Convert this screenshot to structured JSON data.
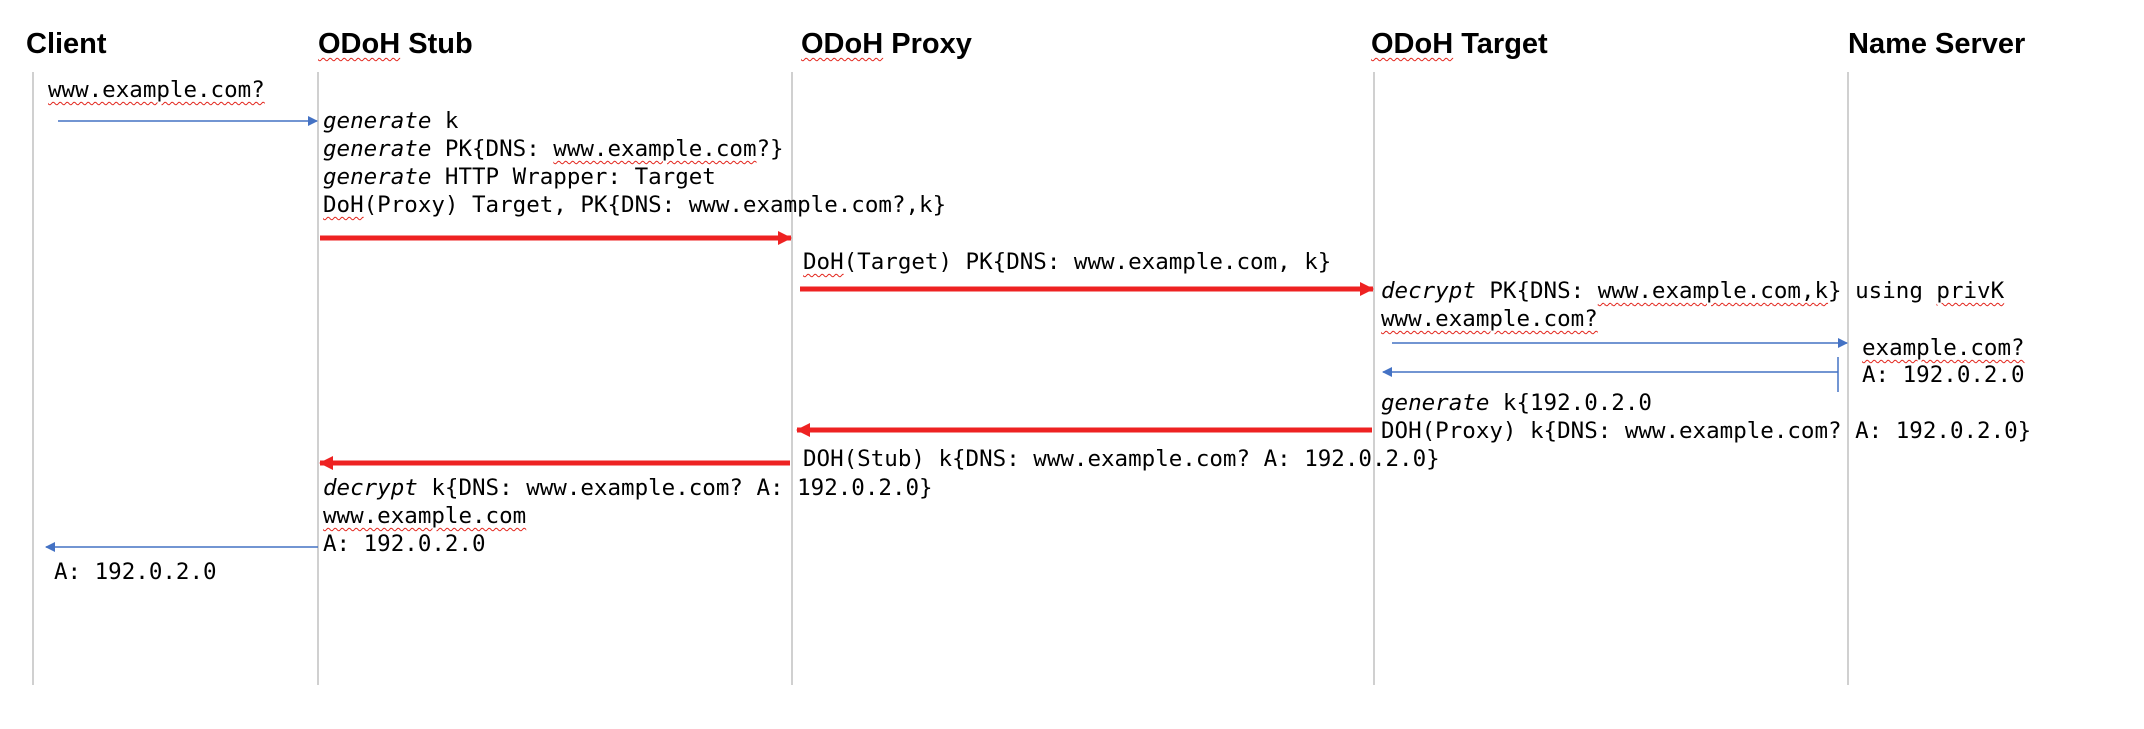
{
  "headers": {
    "client": "Client",
    "stub": "ODoH Stub",
    "proxy": "ODoH Proxy",
    "target": "ODoH Target",
    "nameserver": "Name Server"
  },
  "keywords": {
    "generate": "generate",
    "decrypt": "decrypt"
  },
  "messages": {
    "client_query": "www.example.com?",
    "stub_gen_k": " k",
    "stub_gen_pk_a": " PK{DNS: ",
    "stub_gen_pk_b": "www.example.com",
    "stub_gen_pk_c": "?}",
    "stub_gen_wrapper": " HTTP Wrapper: Target",
    "stub_doh_a": "DoH",
    "stub_doh_b": "(Proxy) Target, PK{DNS: www.example.com?,k}",
    "proxy_doh_a": "DoH",
    "proxy_doh_b": "(Target) PK{DNS: www.example.com, k}",
    "target_decrypt_a": " PK{DNS: ",
    "target_decrypt_b": "www.example.com,k",
    "target_decrypt_c": "} using ",
    "target_decrypt_d": "privK",
    "target_query": "www.example.com?",
    "ns_query": "example.com?",
    "ns_answer": "A: 192.0.2.0",
    "target_gen_k": " k{192.0.2.0",
    "target_doh_reply": "DOH(Proxy) k{DNS: www.example.com? A: 192.0.2.0}",
    "proxy_doh_reply": "DOH(Stub) k{DNS: www.example.com? A: 192.0.2.0}",
    "stub_decrypt": " k{DNS: www.example.com? A: 192.0.2.0}",
    "stub_name": "www.example.com",
    "stub_answer": "A: 192.0.2.0",
    "client_answer": "A: 192.0.2.0"
  },
  "colors": {
    "lifeline": "#c0c0c0",
    "plain_arrow": "#4472c4",
    "encrypted_arrow": "#ee2222",
    "spellcheck_squiggle": "#e2231a"
  }
}
